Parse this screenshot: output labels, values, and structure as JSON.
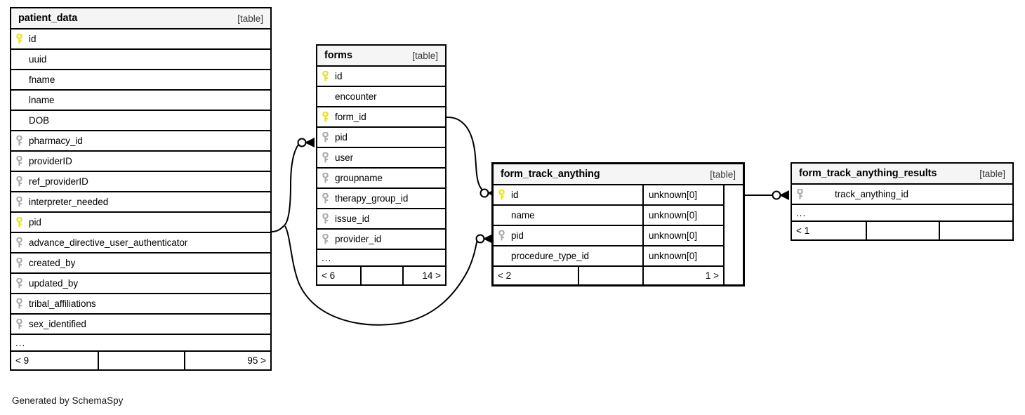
{
  "diagram": {
    "caption": "Generated by SchemaSpy",
    "table_tag": "[table]",
    "ellipsis": "...",
    "key_colors": {
      "primary": "#e6e600",
      "foreign": "#a9a9a9"
    }
  },
  "tables": {
    "patient_data": {
      "name": "patient_data",
      "tag": "[table]",
      "columns": [
        {
          "label": "id",
          "key": "primary"
        },
        {
          "label": "uuid",
          "key": "none"
        },
        {
          "label": "fname",
          "key": "none"
        },
        {
          "label": "lname",
          "key": "none"
        },
        {
          "label": "DOB",
          "key": "none"
        },
        {
          "label": "pharmacy_id",
          "key": "foreign"
        },
        {
          "label": "providerID",
          "key": "foreign"
        },
        {
          "label": "ref_providerID",
          "key": "foreign"
        },
        {
          "label": "interpreter_needed",
          "key": "foreign"
        },
        {
          "label": "pid",
          "key": "primary"
        },
        {
          "label": "advance_directive_user_authenticator",
          "key": "foreign"
        },
        {
          "label": "created_by",
          "key": "foreign"
        },
        {
          "label": "updated_by",
          "key": "foreign"
        },
        {
          "label": "tribal_affiliations",
          "key": "foreign"
        },
        {
          "label": "sex_identified",
          "key": "foreign"
        }
      ],
      "more": "...",
      "footer": {
        "left": "< 9",
        "middle": "",
        "right": "95 >"
      }
    },
    "forms": {
      "name": "forms",
      "tag": "[table]",
      "columns": [
        {
          "label": "id",
          "key": "primary"
        },
        {
          "label": "encounter",
          "key": "none"
        },
        {
          "label": "form_id",
          "key": "primary"
        },
        {
          "label": "pid",
          "key": "foreign"
        },
        {
          "label": "user",
          "key": "foreign"
        },
        {
          "label": "groupname",
          "key": "foreign"
        },
        {
          "label": "therapy_group_id",
          "key": "foreign"
        },
        {
          "label": "issue_id",
          "key": "foreign"
        },
        {
          "label": "provider_id",
          "key": "foreign"
        }
      ],
      "more": "...",
      "footer": {
        "left": "< 6",
        "middle": "",
        "right": "14 >"
      }
    },
    "form_track_anything": {
      "name": "form_track_anything",
      "tag": "[table]",
      "focused": true,
      "columns": [
        {
          "label": "id",
          "key": "primary",
          "type": "unknown[0]"
        },
        {
          "label": "name",
          "key": "none",
          "type": "unknown[0]"
        },
        {
          "label": "pid",
          "key": "foreign",
          "type": "unknown[0]"
        },
        {
          "label": "procedure_type_id",
          "key": "none",
          "type": "unknown[0]"
        }
      ],
      "footer": {
        "left": "< 2",
        "middle": "",
        "right": "1 >"
      }
    },
    "form_track_anything_results": {
      "name": "form_track_anything_results",
      "tag": "[table]",
      "columns": [
        {
          "label": "track_anything_id",
          "key": "foreign",
          "indented": true
        }
      ],
      "more": "...",
      "footer": {
        "left": "< 1",
        "middle": "",
        "right": ""
      }
    }
  },
  "relationships": [
    {
      "from": "patient_data.pid",
      "to": "forms.pid"
    },
    {
      "from": "patient_data.pid",
      "to": "form_track_anything.pid"
    },
    {
      "from": "forms.form_id",
      "to": "form_track_anything.id"
    },
    {
      "from": "form_track_anything.id",
      "to": "form_track_anything_results.track_anything_id"
    }
  ]
}
